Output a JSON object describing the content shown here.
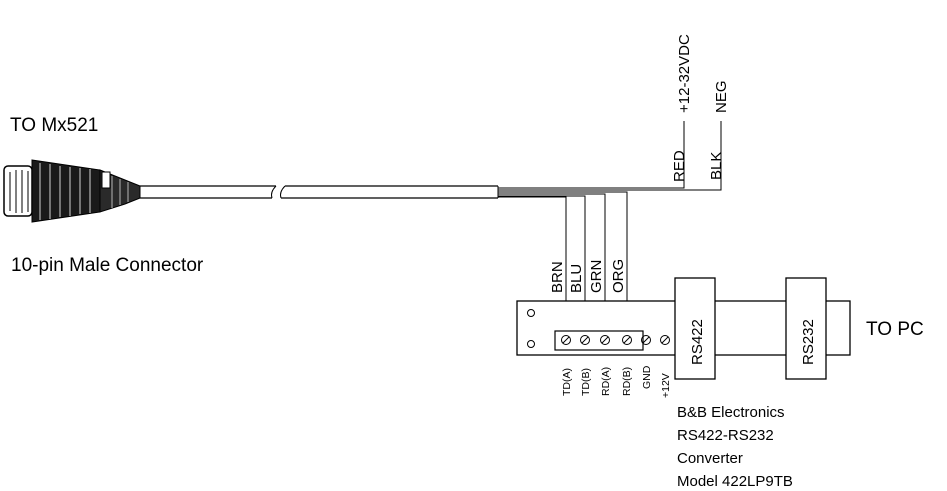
{
  "labels": {
    "to_mx": "TO Mx521",
    "connector": "10-pin Male Connector",
    "to_pc": "TO PC",
    "power_pos": "+12-32VDC",
    "power_neg": "NEG",
    "rs422": "RS422",
    "rs232": "RS232"
  },
  "power_wires": [
    {
      "color": "RED",
      "signal": "+12-32VDC"
    },
    {
      "color": "BLK",
      "signal": "NEG"
    }
  ],
  "signal_wires": [
    "BRN",
    "BLU",
    "GRN",
    "ORG"
  ],
  "terminals": [
    "TD(A)",
    "TD(B)",
    "RD(A)",
    "RD(B)",
    "GND",
    "+12V"
  ],
  "converter": {
    "line1": "B&B Electronics",
    "line2": "RS422-RS232",
    "line3": "Converter",
    "line4": "Model 422LP9TB"
  }
}
